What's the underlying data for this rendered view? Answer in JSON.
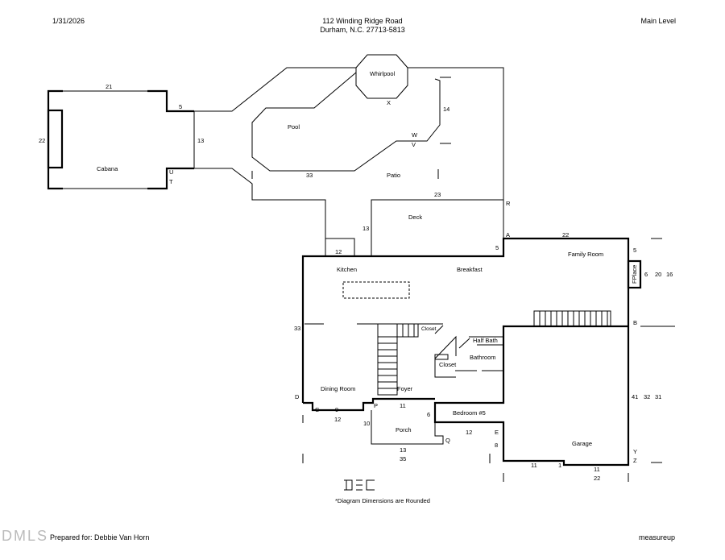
{
  "header": {
    "date": "1/31/2026",
    "address_line1": "112 Winding Ridge Road",
    "address_line2": "Durham, N.C. 27713-5813",
    "level": "Main Level"
  },
  "rooms": {
    "whirlpool": "Whirlpool",
    "pool": "Pool",
    "cabana": "Cabana",
    "patio": "Patio",
    "deck": "Deck",
    "kitchen": "Kitchen",
    "breakfast": "Breakfast",
    "family_room": "Family Room",
    "fplace": "FPlace",
    "closet_stair": "Closet",
    "half_bath": "Half Bath",
    "bathroom": "Bathroom",
    "closet_bath": "Closet",
    "dining_room": "Dining Room",
    "foyer": "Foyer",
    "bedroom5": "Bedroom #5",
    "porch": "Porch",
    "garage": "Garage"
  },
  "dimensions": {
    "cabana_top": "21",
    "cabana_side": "22",
    "cabana_connector": "5",
    "walkway": "13",
    "pool_right": "14",
    "pool_bottom": "33",
    "deck_top": "23",
    "deck_left": "13",
    "kitchen_bump": "12",
    "step_5": "5",
    "family_top": "22",
    "family_right_5": "5",
    "family_6": "6",
    "family_20": "20",
    "family_16": "16",
    "kitchen_left": "33",
    "garage_41": "41",
    "garage_32": "32",
    "garage_31": "31",
    "dining_9": "9",
    "dining_12": "12",
    "foyer_11": "11",
    "porch_10": "10",
    "bedroom_6": "6",
    "bedroom_12": "12",
    "porch_13": "13",
    "total_35": "35",
    "garage_8": "8",
    "garage_11a": "11",
    "garage_1": "1",
    "garage_11b": "11",
    "garage_22": "22"
  },
  "letters": {
    "x": "X",
    "w": "W",
    "v": "V",
    "u": "U",
    "t": "T",
    "r": "R",
    "a": "A",
    "b": "B",
    "d": "D",
    "c": "C",
    "p": "P",
    "q": "Q",
    "e": "E",
    "y": "Y",
    "z": "Z"
  },
  "logo": "DEC",
  "note": "*Diagram Dimensions are Rounded",
  "footer": {
    "watermark": "DMLS",
    "prepared_for": "Prepared for: Debbie Van Horn",
    "brand": "measureup"
  }
}
